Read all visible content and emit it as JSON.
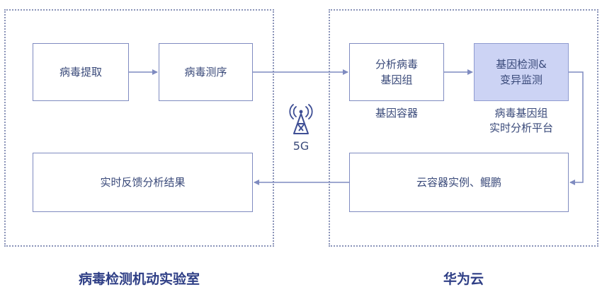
{
  "left_region": {
    "extract": "病毒提取",
    "sequence": "病毒测序",
    "feedback": "实时反馈分析结果",
    "label": "病毒检测机动实验室"
  },
  "network": {
    "label": "5G",
    "icon": "signal-tower-icon"
  },
  "right_region": {
    "analyze": "分析病毒\n基因组",
    "analyze_caption": "基因容器",
    "detect": "基因检测&\n变异监测",
    "detect_caption": "病毒基因组\n实时分析平台",
    "cloud": "云容器实例、鲲鹏",
    "label": "华为云"
  },
  "colors": {
    "border": "#7f8bc0",
    "highlight": "#ccd3f4",
    "text": "#3a4a7a",
    "title": "#2f3f86"
  }
}
